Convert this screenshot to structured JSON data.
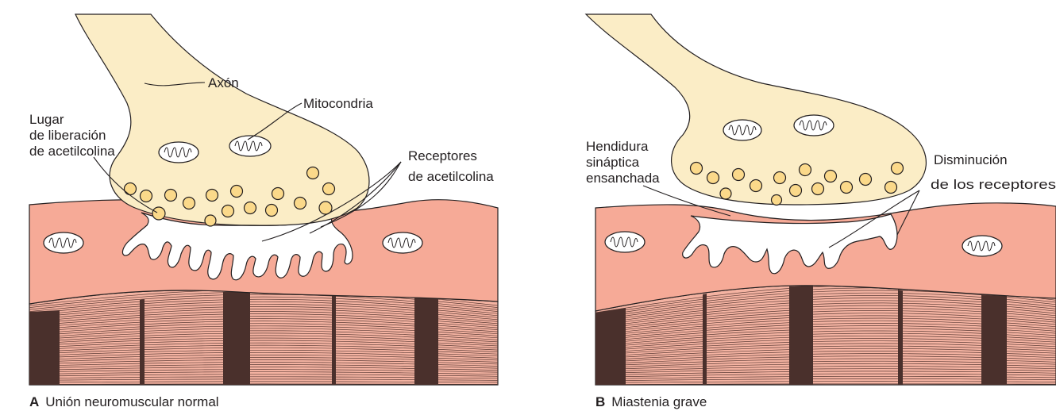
{
  "panels": [
    {
      "letter": "A",
      "caption": "Unión neuromuscular normal",
      "labels": {
        "axon": "Axón",
        "mito": "Mitocondria",
        "release_1": "Lugar",
        "release_2": "de liberación",
        "release_3": "de acetilcolina",
        "receptors_1": "Receptores",
        "receptors_2": "de acetilcolina"
      }
    },
    {
      "letter": "B",
      "caption": "Miastenia grave",
      "labels": {
        "cleft_1": "Hendidura",
        "cleft_2": "sináptica",
        "cleft_3": "ensanchada",
        "decrease_1": "Disminución",
        "decrease_2": "de los receptores"
      }
    }
  ],
  "colors": {
    "axon": "#fbedc6",
    "vesicle": "#fbd98a",
    "muscle": "#f6aa97",
    "dark_band": "#4a302c"
  }
}
